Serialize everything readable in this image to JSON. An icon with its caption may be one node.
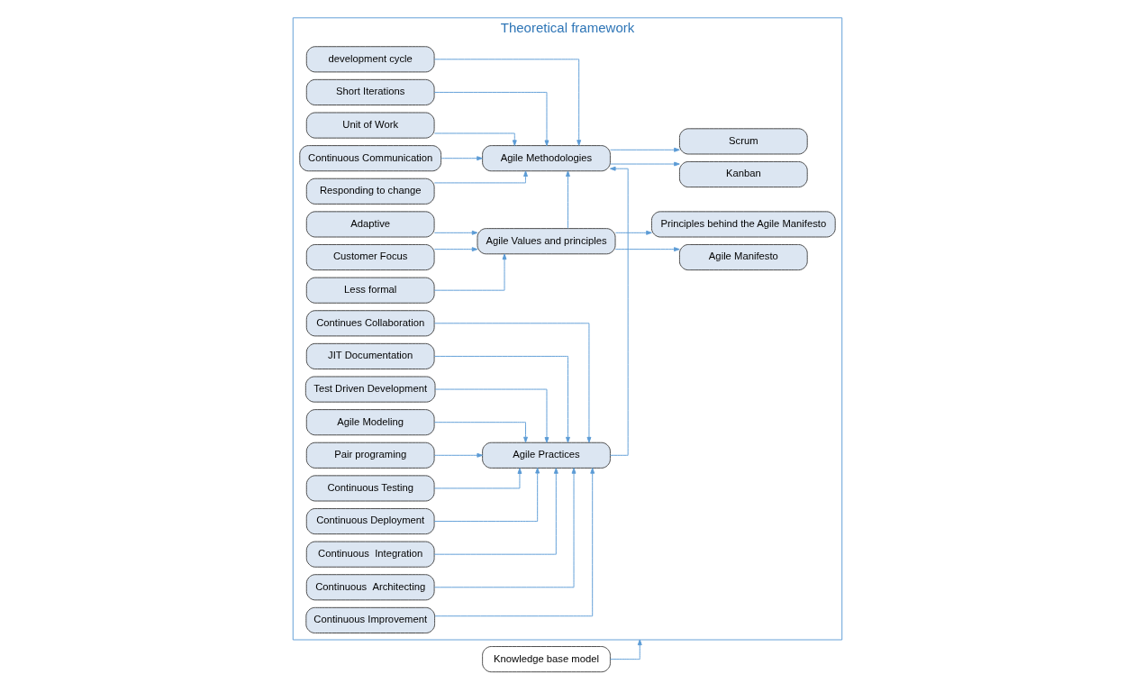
{
  "diagram": {
    "nodes": [
      {
        "text": [
          "Theoretical framework"
        ]
      },
      {
        "text": [
          "Adaptive"
        ],
        "in": 0
      },
      {
        "text": [
          "Customer Focus"
        ],
        "in": 0
      },
      {
        "text": [
          "Less formal"
        ],
        "in": 0
      },
      {
        "text": [
          "Agile Values and principles"
        ],
        "in": 0
      },
      {
        "text": [
          "Agile Manifesto"
        ],
        "in": 0
      },
      {
        "text": [
          "Principles behind the Agile Manifesto"
        ],
        "in": 0
      },
      {
        "text": [
          "development cycle"
        ],
        "in": 0
      },
      {
        "text": [
          "Short Iterations"
        ],
        "in": 0
      },
      {
        "text": [
          "Unit of Work"
        ],
        "in": 0
      },
      {
        "text": [
          "Continuous Communication"
        ],
        "in": 0
      },
      {
        "text": [
          "Responding to change"
        ],
        "in": 0
      },
      {
        "text": [
          "Agile Methodologies"
        ],
        "in": 0
      },
      {
        "text": [
          "Kanban"
        ],
        "in": 0
      },
      {
        "text": [
          "Scrum"
        ],
        "in": 0
      },
      {
        "text": [
          "Continues Collaboration"
        ],
        "in": 0
      },
      {
        "text": [
          "JIT Documentation"
        ],
        "in": 0
      },
      {
        "text": [
          "Test Driven Development"
        ],
        "in": 0
      },
      {
        "text": [
          "Agile Modeling"
        ],
        "in": 0
      },
      {
        "text": [
          "Pair programing"
        ],
        "in": 0
      },
      {
        "text": [
          "Agile Practices"
        ],
        "in": 0
      },
      {
        "text": [
          "Continuous Testing"
        ],
        "in": 0
      },
      {
        "text": [
          "Continuous Deployment"
        ],
        "in": 0
      },
      {
        "text": [
          "Continuous  Integration"
        ],
        "in": 0
      },
      {
        "text": [
          "Continuous  Architecting"
        ],
        "in": 0
      },
      {
        "text": [
          "Continuous Improvement"
        ],
        "in": 0
      },
      {
        "text": [
          "Knowledge base model"
        ]
      }
    ],
    "edges": [
      {
        "from": 1,
        "to": 4,
        "arrow": "to"
      },
      {
        "from": 2,
        "to": 4,
        "arrow": "to"
      },
      {
        "from": 3,
        "to": 4,
        "arrow": "to"
      },
      {
        "from": 4,
        "to": 5,
        "arrow": "to"
      },
      {
        "from": 4,
        "to": 6,
        "arrow": "to"
      },
      {
        "from": 4,
        "to": 12,
        "arrow": "to"
      },
      {
        "from": 7,
        "to": 12,
        "arrow": "to"
      },
      {
        "from": 8,
        "to": 12,
        "arrow": "to"
      },
      {
        "from": 9,
        "to": 12,
        "arrow": "to"
      },
      {
        "from": 10,
        "to": 12,
        "arrow": "to"
      },
      {
        "from": 11,
        "to": 12,
        "arrow": "to"
      },
      {
        "from": 12,
        "to": 13,
        "arrow": "to"
      },
      {
        "from": 12,
        "to": 14,
        "arrow": "to"
      },
      {
        "from": 15,
        "to": 20,
        "arrow": "to"
      },
      {
        "from": 16,
        "to": 20,
        "arrow": "to"
      },
      {
        "from": 17,
        "to": 20,
        "arrow": "to"
      },
      {
        "from": 18,
        "to": 20,
        "arrow": "to"
      },
      {
        "from": 19,
        "to": 20,
        "arrow": "to"
      },
      {
        "from": 21,
        "to": 20,
        "arrow": "to"
      },
      {
        "from": 22,
        "to": 20,
        "arrow": "to"
      },
      {
        "from": 23,
        "to": 20,
        "arrow": "to"
      },
      {
        "from": 24,
        "to": 20,
        "arrow": "to"
      },
      {
        "from": 25,
        "to": 20,
        "arrow": "to"
      },
      {
        "from": 20,
        "to": 12,
        "arrow": "to"
      },
      {
        "from": 26,
        "to": 0,
        "arrow": "to"
      }
    ]
  }
}
